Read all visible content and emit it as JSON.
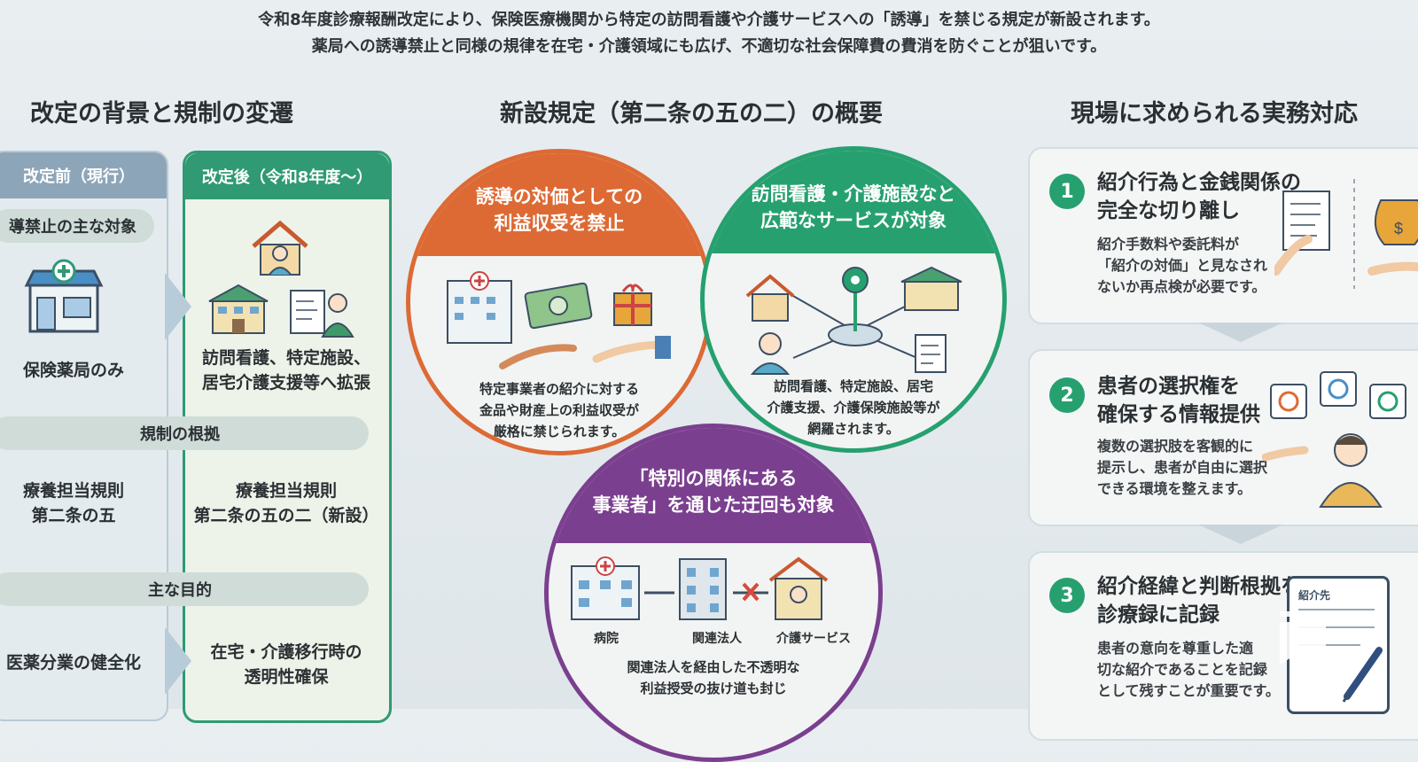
{
  "intro": {
    "line1": "令和8年度診療報酬改定により、保険医療機関から特定の訪問看護や介護サービスへの「誘導」を禁じる規定が新設されます。",
    "line2": "薬局への誘導禁止と同様の規律を在宅・介護領域にも広げ、不適切な社会保障費の費消を防ぐことが狙いです。"
  },
  "left": {
    "title": "改定の背景と規制の変遷",
    "before_header": "改定前（現行）",
    "after_header": "改定後（令和8年度〜）",
    "target_pill": "導禁止の主な対象",
    "before_target": "保険薬局のみ",
    "after_target_l1": "訪問看護、特定施設、",
    "after_target_l2": "居宅介護支援等へ拡張",
    "basis_pill": "規制の根拠",
    "before_basis_l1": "療養担当規則",
    "before_basis_l2": "第二条の五",
    "after_basis_l1": "療養担当規則",
    "after_basis_l2": "第二条の五の二（新設）",
    "purpose_pill": "主な目的",
    "before_purpose": "医薬分業の健全化",
    "after_purpose_l1": "在宅・介護移行時の",
    "after_purpose_l2": "透明性確保"
  },
  "center": {
    "title": "新設規定（第二条の五の二）の概要",
    "orange": {
      "cap1": "誘導の対価としての",
      "cap2": "利益収受を禁止",
      "d1": "特定事業者の紹介に対する",
      "d2": "金品や財産上の利益収受が",
      "d3": "厳格に禁じられます。"
    },
    "green": {
      "cap1": "訪問看護・介護施設など",
      "cap2": "広範なサービスが対象",
      "d1": "訪問看護、特定施設、居宅",
      "d2": "介護支援、介護保険施設等が",
      "d3": "網羅されます。"
    },
    "purple": {
      "cap1": "「特別の関係にある",
      "cap2": "事業者」を通じた迂回も対象",
      "lbl_hospital": "病院",
      "lbl_related": "関連法人",
      "lbl_care": "介護サービス",
      "d1": "関連法人を経由した不透明な",
      "d2": "利益授受の抜け道も封じ"
    }
  },
  "right": {
    "title": "現場に求められる実務対応",
    "cards": [
      {
        "num": "1",
        "t1": "紹介行為と金銭関係の",
        "t2": "完全な切り離し",
        "b1": "紹介手数料や委託料が",
        "b2": "「紹介の対価」と見なされ",
        "b3": "ないか再点検が必要です。"
      },
      {
        "num": "2",
        "t1": "患者の選択権を",
        "t2": "確保する情報提供",
        "b1": "複数の選択肢を客観的に",
        "b2": "提示し、患者が自由に選択",
        "b3": "できる環境を整えます。"
      },
      {
        "num": "3",
        "t1": "紹介経緯と判断根拠を",
        "t2": "診療録に記録",
        "b1": "患者の意向を尊重した適",
        "b2": "切な紹介であることを記録",
        "b3": "として残すことが重要です。"
      }
    ],
    "referral_form_label": "紹介先"
  },
  "colors": {
    "green": "#26a06f",
    "orange": "#dd6a34",
    "purple": "#7b3f8f",
    "slate": "#8da5b8"
  }
}
